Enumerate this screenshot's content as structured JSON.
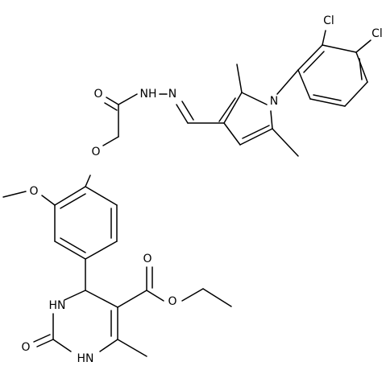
{
  "atoms": {
    "cl_upper": "Cl",
    "cl_right": "Cl",
    "n_pyrrole": "N",
    "o_amide": "O",
    "nh_hydrazide": "NH",
    "n_imine": "N",
    "o_ether": "O",
    "o_methoxy": "O",
    "o_ester_carbonyl": "O",
    "o_ester": "O",
    "nh_ring_upper": "HN",
    "nh_ring_lower": "HN",
    "o_urea": "O"
  }
}
